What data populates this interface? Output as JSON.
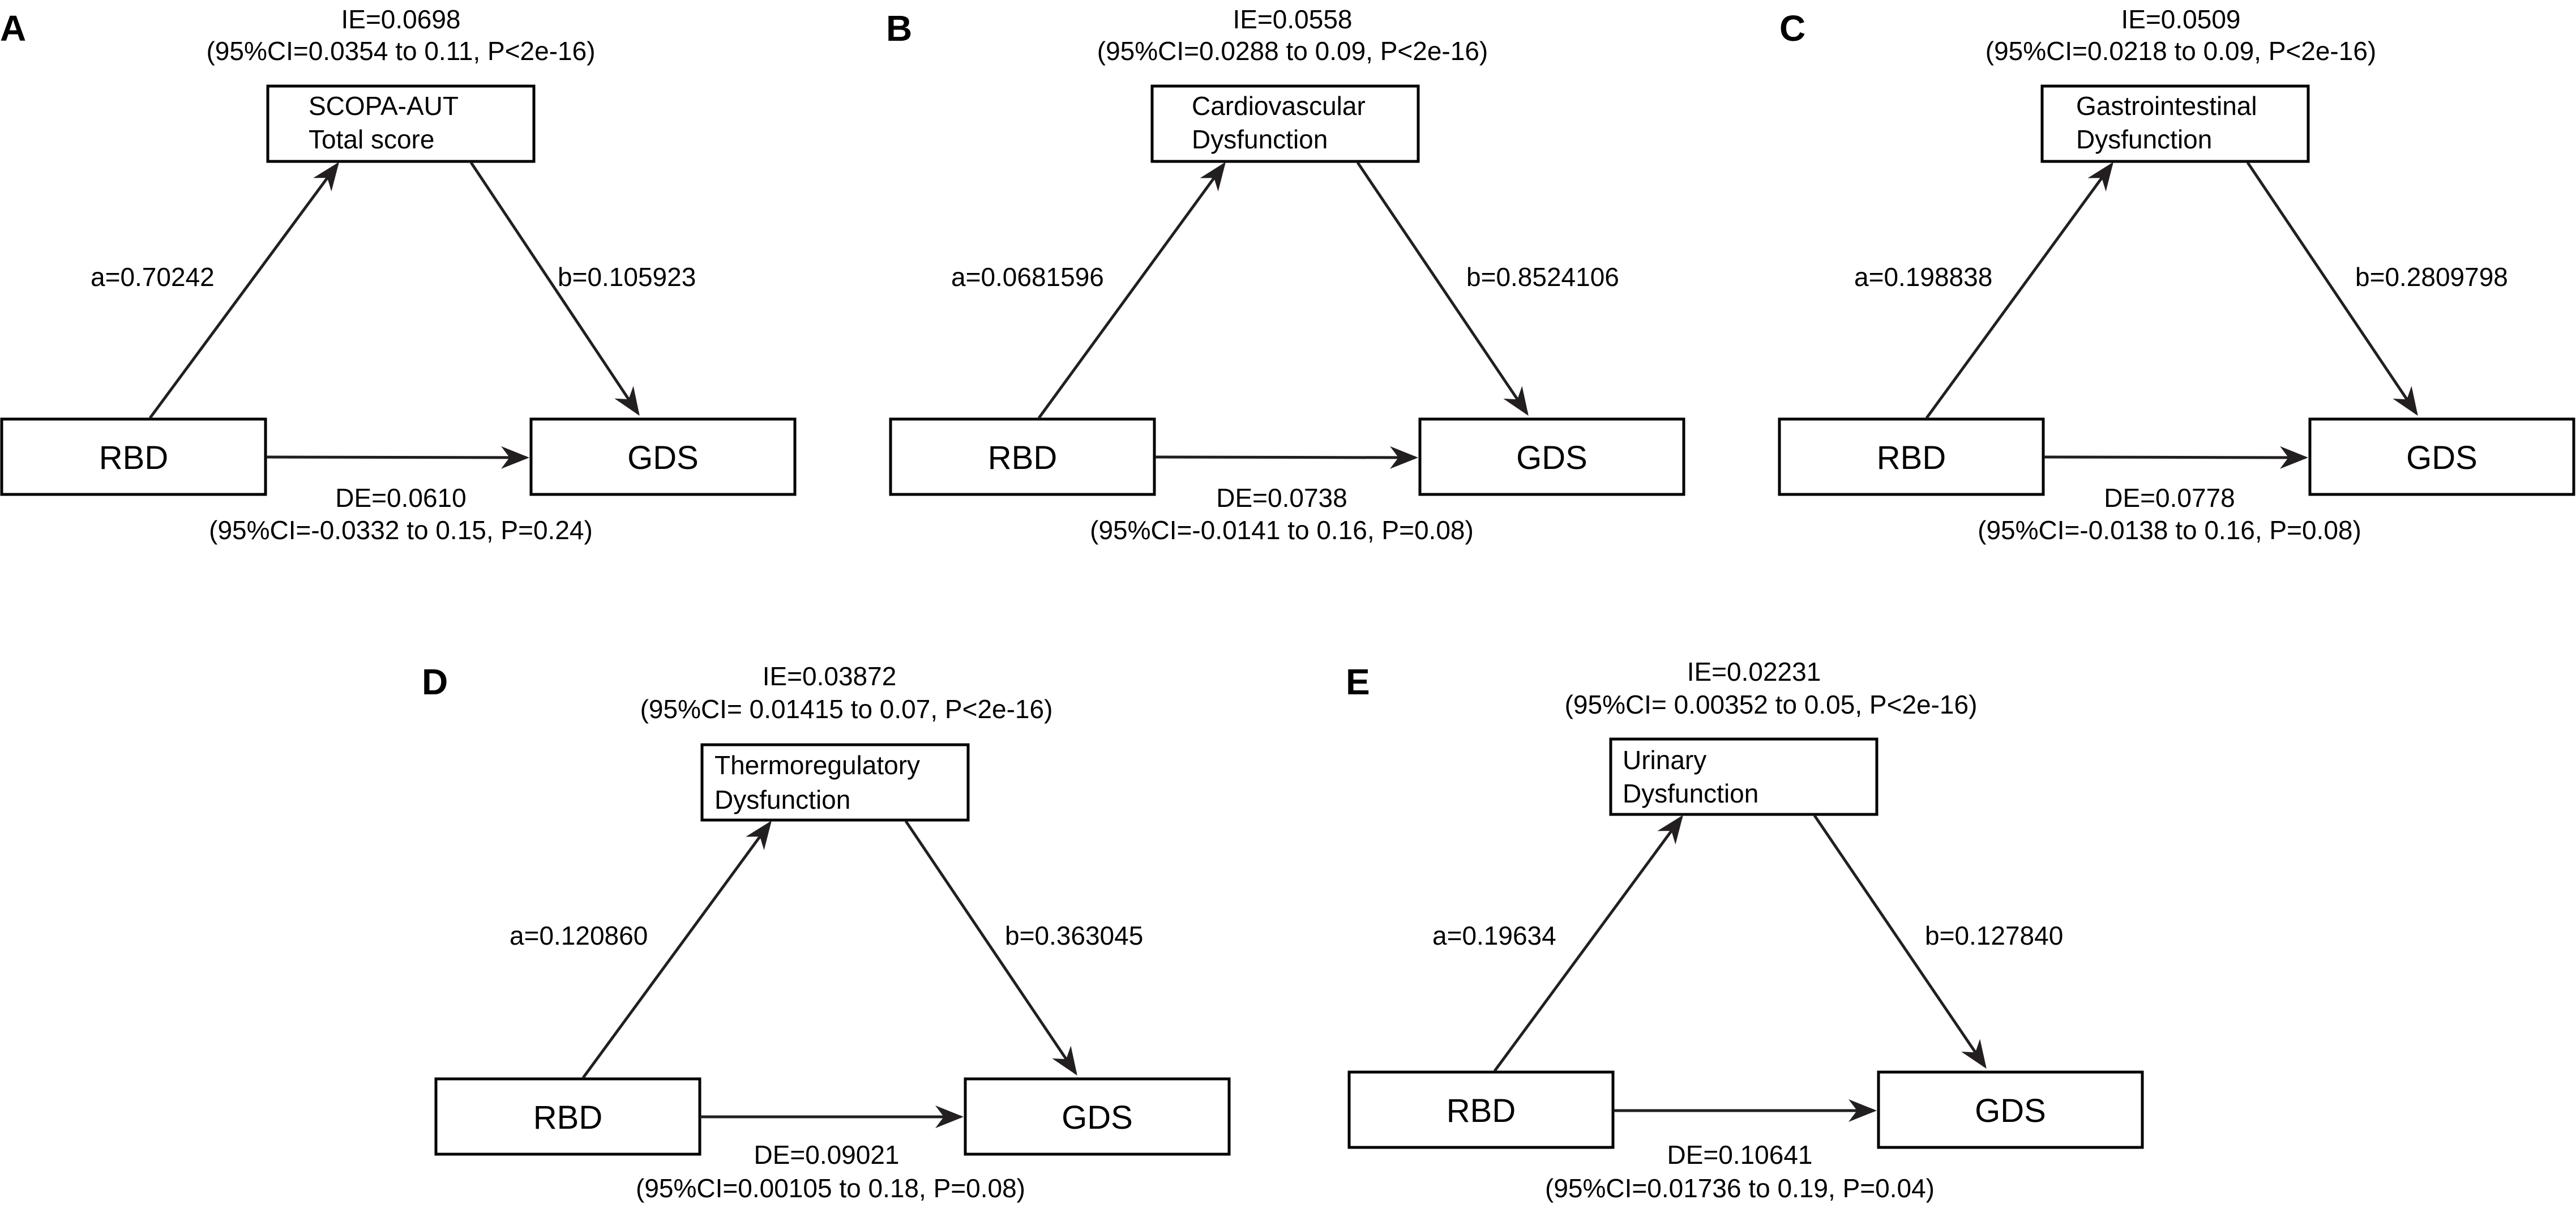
{
  "panels": [
    {
      "letter": "A",
      "ie": "IE=0.0698",
      "ie_ci": "(95%CI=0.0354 to 0.11, P<2e-16)",
      "mediator": [
        "SCOPA-AUT",
        "Total score"
      ],
      "a": "a=0.70242",
      "b": "b=0.105923",
      "x_node": "RBD",
      "y_node": "GDS",
      "de": "DE=0.0610",
      "de_ci": "(95%CI=-0.0332 to 0.15, P=0.24)"
    },
    {
      "letter": "B",
      "ie": "IE=0.0558",
      "ie_ci": "(95%CI=0.0288 to 0.09, P<2e-16)",
      "mediator": [
        "Cardiovascular",
        "Dysfunction"
      ],
      "a": "a=0.0681596",
      "b": "b=0.8524106",
      "x_node": "RBD",
      "y_node": "GDS",
      "de": "DE=0.0738",
      "de_ci": "(95%CI=-0.0141 to 0.16, P=0.08)"
    },
    {
      "letter": "C",
      "ie": "IE=0.0509",
      "ie_ci": "(95%CI=0.0218 to 0.09, P<2e-16)",
      "mediator": [
        "Gastrointestinal",
        "Dysfunction"
      ],
      "a": "a=0.198838",
      "b": "b=0.2809798",
      "x_node": "RBD",
      "y_node": "GDS",
      "de": "DE=0.0778",
      "de_ci": "(95%CI=-0.0138 to 0.16, P=0.08)"
    },
    {
      "letter": "D",
      "ie": "IE=0.03872",
      "ie_ci": "(95%CI= 0.01415 to 0.07, P<2e-16)",
      "mediator": [
        "Thermoregulatory",
        "Dysfunction"
      ],
      "a": "a=0.120860",
      "b": "b=0.363045",
      "x_node": "RBD",
      "y_node": "GDS",
      "de": "DE=0.09021",
      "de_ci": "(95%CI=0.00105 to 0.18, P=0.08)"
    },
    {
      "letter": "E",
      "ie": "IE=0.02231",
      "ie_ci": "(95%CI= 0.00352 to 0.05, P<2e-16)",
      "mediator": [
        "Urinary",
        "Dysfunction"
      ],
      "a": "a=0.19634",
      "b": "b=0.127840",
      "x_node": "RBD",
      "y_node": "GDS",
      "de": "DE=0.10641",
      "de_ci": "(95%CI=0.01736 to 0.19, P=0.04)"
    }
  ]
}
